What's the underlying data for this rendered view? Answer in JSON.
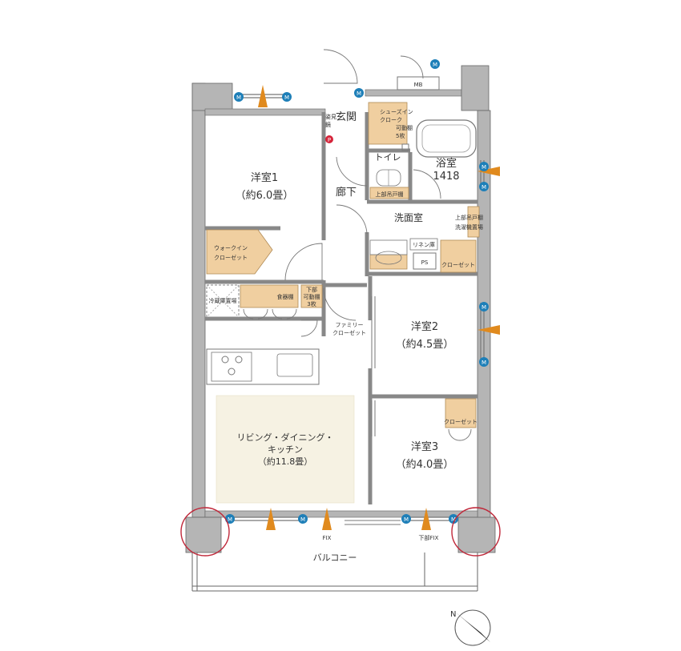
{
  "rooms": {
    "western1": {
      "name": "洋室1",
      "size": "（約6.0畳）"
    },
    "western2": {
      "name": "洋室2",
      "size": "（約4.5畳）"
    },
    "western3": {
      "name": "洋室3",
      "size": "（約4.0畳）"
    },
    "ldk": {
      "line1": "リビング・ダイニング・",
      "line2": "キッチン",
      "size": "（約11.8畳）"
    },
    "entrance": "玄関",
    "hallway": "廊下",
    "toilet": "トイレ",
    "bath": {
      "name": "浴室",
      "model": "1418"
    },
    "washroom": "洗面室",
    "balcony": "バルコニー"
  },
  "storage": {
    "shoes_in_cloak": [
      "シューズイン",
      "クローク"
    ],
    "movable_shelf_5": [
      "可動棚",
      "5枚"
    ],
    "mirror": [
      "姿見",
      "鏡"
    ],
    "walk_in_closet": [
      "ウォークイン",
      "クローゼット"
    ],
    "fridge_space": "冷蔵庫置場",
    "cupboard": "食器棚",
    "lower_movable_shelf": [
      "下部",
      "可動棚",
      "3枚"
    ],
    "family_closet": [
      "ファミリー",
      "クローゼット"
    ],
    "upper_cabinet_toilet": "上部吊戸棚",
    "upper_cabinet_laundry": [
      "上部吊戸棚"
    ],
    "washer_space": [
      "洗濯機置場"
    ],
    "linen_cabinet": "リネン庫",
    "closet2": "クローゼット",
    "closet3": "クローゼット"
  },
  "markers": {
    "mb": "MB",
    "ps": "PS",
    "vent": "M",
    "p": "P",
    "fix": "FIX",
    "lower_fix": "下部FIX",
    "north": "N"
  },
  "colors": {
    "wall": "#9a9a9a",
    "storage": "#f0cfa0",
    "ldk_fill": "#f6f2e3",
    "vent_fill": "#1e7fb8",
    "p_fill": "#d6243a",
    "highlight_ring": "#c0283a",
    "window_arrow": "#e08a1e"
  }
}
